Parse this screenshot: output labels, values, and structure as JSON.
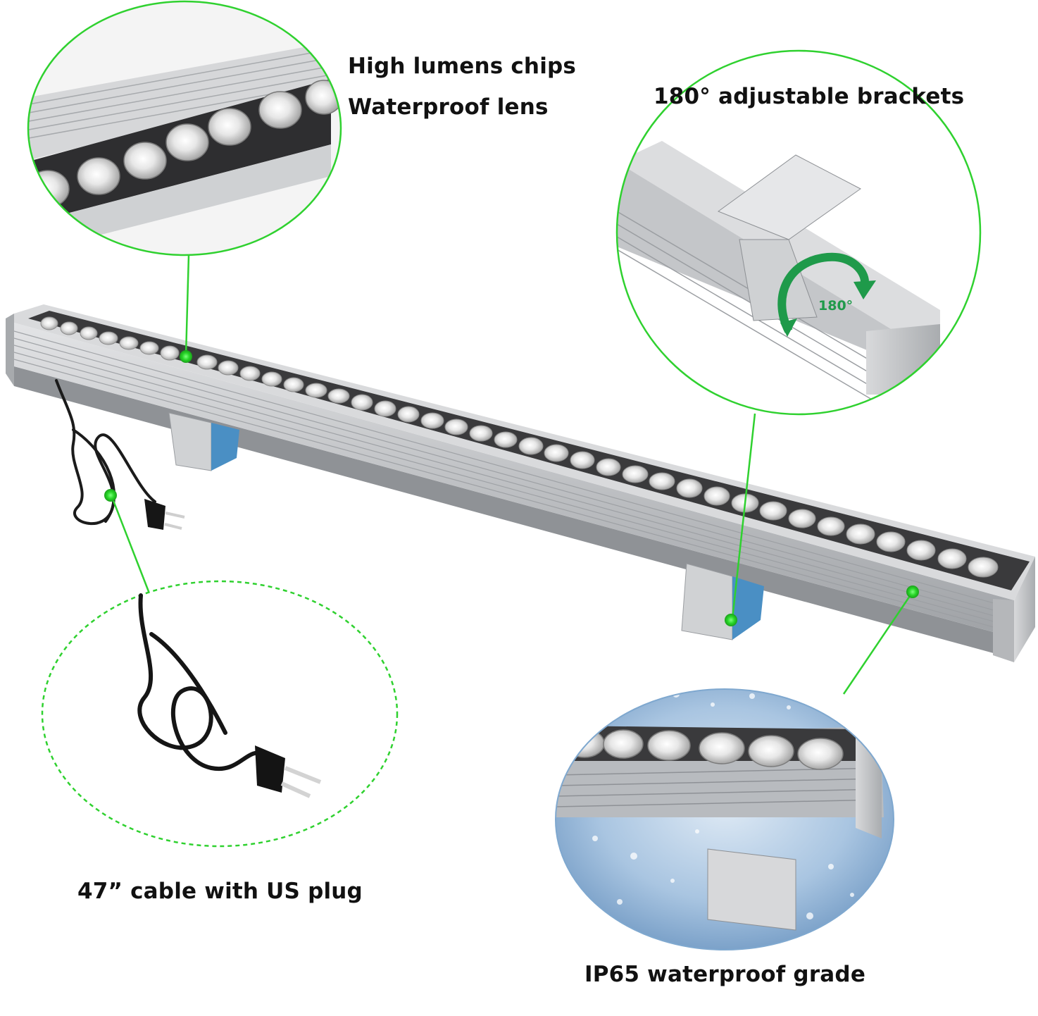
{
  "captions": {
    "chips": "High lumens chips",
    "lens": "Waterproof lens",
    "brackets": "180° adjustable brackets",
    "cable": "47” cable with US plug",
    "waterproof": "IP65 waterproof grade"
  },
  "rotation_badge": "180°",
  "colors": {
    "accent_green": "#2fd12f",
    "rotation_arrow": "#1f9a4a",
    "housing": "#c9cbcd",
    "lens_strip": "#3a3a3c",
    "water_blue": "#7fa8cf",
    "text": "#111111"
  },
  "icons": [
    "rotation-arrow-icon",
    "us-plug-icon"
  ]
}
